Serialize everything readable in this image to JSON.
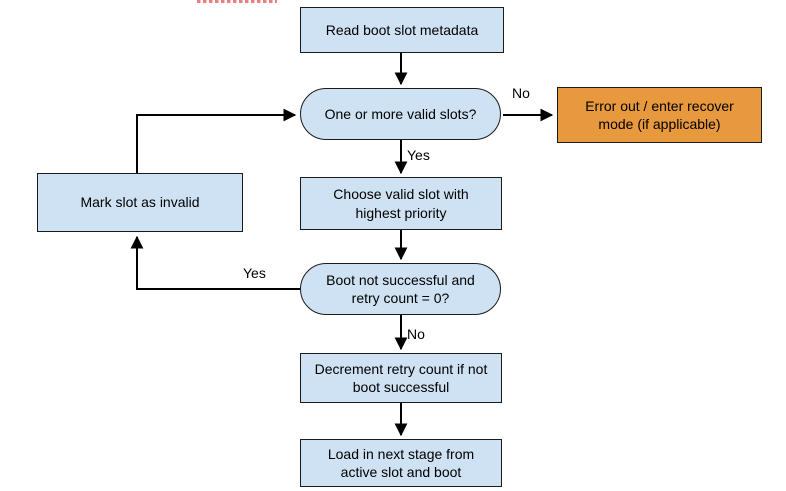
{
  "page": {
    "background": "#ffffff"
  },
  "artifacts": {
    "cropped_red_text_color": "#e88080"
  },
  "diagram": {
    "stroke_color": "#000000",
    "text_color": "#000000",
    "process_fill": "#cfe2f3",
    "error_fill": "#e8993e",
    "nodes": {
      "read_metadata": {
        "label": "Read boot slot metadata",
        "type": "process"
      },
      "valid_slots": {
        "label": "One or more valid slots?",
        "type": "decision"
      },
      "error_out": {
        "label": "Error out / enter recover mode (if applicable)",
        "type": "process"
      },
      "choose_slot": {
        "label": "Choose valid slot with highest priority",
        "type": "process"
      },
      "mark_invalid": {
        "label": "Mark slot as invalid",
        "type": "process"
      },
      "boot_retry": {
        "label": "Boot not successful and retry count = 0?",
        "type": "decision"
      },
      "decrement_retry": {
        "label": "Decrement retry count if not boot successful",
        "type": "process"
      },
      "load_next": {
        "label": "Load in next stage from active slot and boot",
        "type": "process"
      }
    },
    "edge_labels": {
      "valid_slots_no": "No",
      "valid_slots_yes": "Yes",
      "boot_retry_yes": "Yes",
      "boot_retry_no": "No"
    }
  }
}
